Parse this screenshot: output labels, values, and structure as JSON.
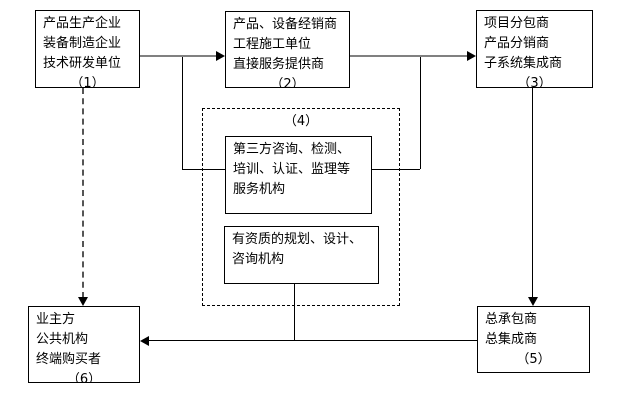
{
  "diagram": {
    "title": "industry-chain-roles-flowchart",
    "nodes": {
      "producers": {
        "lines": [
          "产品生产企业",
          "装备制造企业",
          "技术研发单位",
          "（1）"
        ]
      },
      "distributors": {
        "lines": [
          "产品、设备经销商",
          "工程施工单位",
          "直接服务提供商",
          "（2）"
        ]
      },
      "subcontractors": {
        "lines": [
          "项目分包商",
          "产品分销商",
          "子系统集成商",
          "（3）"
        ]
      },
      "intermediary_group_label": "（4）",
      "third_party_services": {
        "lines": [
          "第三方咨询、检测、",
          "培训、认证、监理等",
          "服务机构"
        ]
      },
      "qualified_planning": {
        "lines": [
          "有资质的规划、设计、",
          "咨询机构"
        ]
      },
      "owners": {
        "lines": [
          "业主方",
          "公共机构",
          "终端购买者",
          "（6）"
        ]
      },
      "general_contractor": {
        "lines": [
          "总承包商",
          "总集成商",
          "（5）"
        ]
      }
    },
    "colors": {
      "background": "#ffffff",
      "line": "#000000",
      "gray_arrow": "#808080",
      "text": "#000000"
    }
  }
}
